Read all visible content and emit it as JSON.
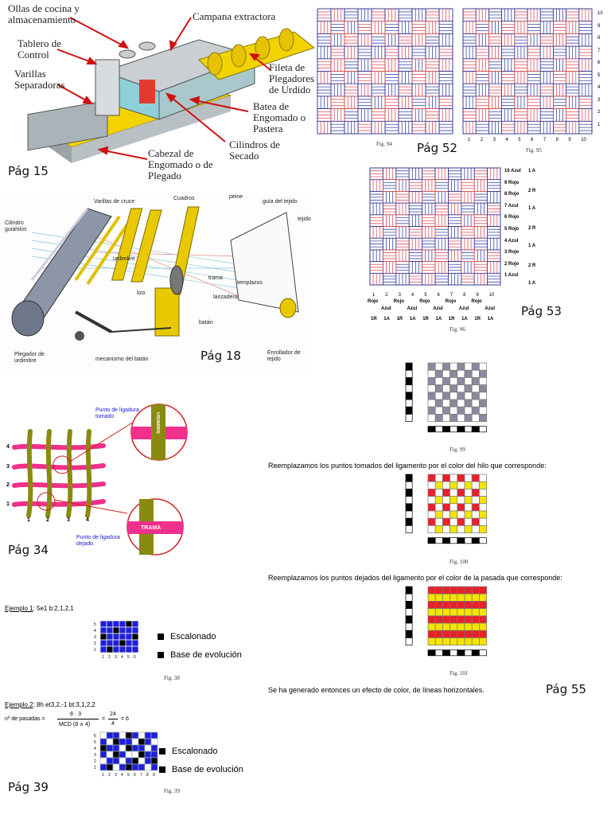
{
  "pages": {
    "p15": "Pág 15",
    "p18": "Pág 18",
    "p34": "Pág 34",
    "p39": "Pág 39",
    "p52": "Pág 52",
    "p53": "Pág 53",
    "p55": "Pág 55"
  },
  "machine": {
    "ollas": "Ollas de cocina y almacenamiento",
    "campana": "Campana extractora",
    "tablero": "Tablero de Control",
    "varillas": "Varillas Separadoras",
    "fileta": "Fileta de Plegadores de Urdido",
    "batea": "Batea de Engomado o Pastera",
    "cilindros": "Cilindros de Secado",
    "cabezal": "Cabezal de Engomado o de Plegado"
  },
  "loom": {
    "varillas_cruce": "Varillas de cruce",
    "cuadros": "Cuadros",
    "peine": "peine",
    "guia": "guía del tejido",
    "tejido": "tejido",
    "cilindro": "Cilindro guiahilos",
    "urdimbre": "urdimbre",
    "lizo": "lizo",
    "trama": "trama",
    "templazos": "templazos",
    "lanzadera": "lanzadera",
    "baton": "batán",
    "plegador": "Plegador de urdimbre",
    "mecanismo": "mecanismo del batán",
    "enrollador": "Enrollador de tejido"
  },
  "binding": {
    "tomado": "Punto de ligadura tomado",
    "dejado": "Punto de ligadura dejado",
    "trama": "TRAMA",
    "urdimbre": "URDIMBRE",
    "rows": [
      "4",
      "3",
      "2",
      "1"
    ],
    "cols": [
      "1",
      "2",
      "3",
      "4"
    ]
  },
  "weaves": {
    "fig94": "Fig. 94",
    "fig95": "Fig. 95",
    "fig96": "Fig. 96",
    "cols10": [
      "1",
      "2",
      "3",
      "4",
      "5",
      "6",
      "7",
      "8",
      "9",
      "10"
    ],
    "rows10": [
      "10",
      "9",
      "8",
      "7",
      "6",
      "5",
      "4",
      "3",
      "2",
      "1"
    ],
    "colors96": [
      "Azul",
      "Rojo",
      "Rojo",
      "Azul",
      "Rojo",
      "Rojo",
      "Azul",
      "Rojo",
      "Rojo",
      "Azul"
    ],
    "groups96": [
      "1 A",
      "2 R",
      "1 A",
      "2 R",
      "1 A",
      "2 R",
      "1 A"
    ],
    "bottom_top": [
      "Rojo",
      "Rojo",
      "Rojo",
      "Rojo",
      "Rojo"
    ],
    "bottom_mid": [
      "Azul",
      "Azul",
      "Azul",
      "Azul",
      "Azul"
    ],
    "bottom_codes": [
      "1R",
      "1A",
      "1R",
      "1A",
      "1R",
      "1A",
      "1R",
      "1A",
      "1R",
      "1A"
    ]
  },
  "color_effect": {
    "fig99": "Fig. 99",
    "fig100": "Fig. 100",
    "fig101": "Fig. 101",
    "text1": "Reemplazamos los puntos tomados del ligamento por el color del hilo que corresponde:",
    "text2": "Reemplazamos los puntos dejados del ligamento por el color de la pasada que corresponde:",
    "text3": "Se ha generado entonces un efecto de color, de líneas horizontales.",
    "colors": {
      "grey": "#8a8a9e",
      "red": "#e8212a",
      "yellow": "#f5e400",
      "black": "#000000"
    }
  },
  "examples": {
    "ej1_label": "Ejemplo 1",
    "ej1_code": ": 5e1 b:2,1,2,1",
    "fig38": "Fig. 38",
    "ej2_label": "Ejemplo 2",
    "ej2_code": ": 8h et3,2,-1 bt:3,1,2,2",
    "fig39": "Fig. 39",
    "pasadas": "nº de pasadas =",
    "frac1_num": "8 · 3",
    "frac1_den": "MCD (8 ∧ 4)",
    "frac2_num": "24",
    "frac2_den": "4",
    "result": "= 6",
    "escalonado": "Escalonado",
    "base": "Base de evolución",
    "rows5": [
      "5",
      "4",
      "3",
      "2",
      "1"
    ],
    "cols5": [
      "1",
      "2",
      "3",
      "4",
      "5",
      "6"
    ],
    "rows6": [
      "6",
      "5",
      "4",
      "3",
      "2",
      "1"
    ],
    "cols8": [
      "1",
      "2",
      "3",
      "4",
      "5",
      "6",
      "7",
      "8",
      "9"
    ],
    "blue": "#1f1fd8"
  }
}
